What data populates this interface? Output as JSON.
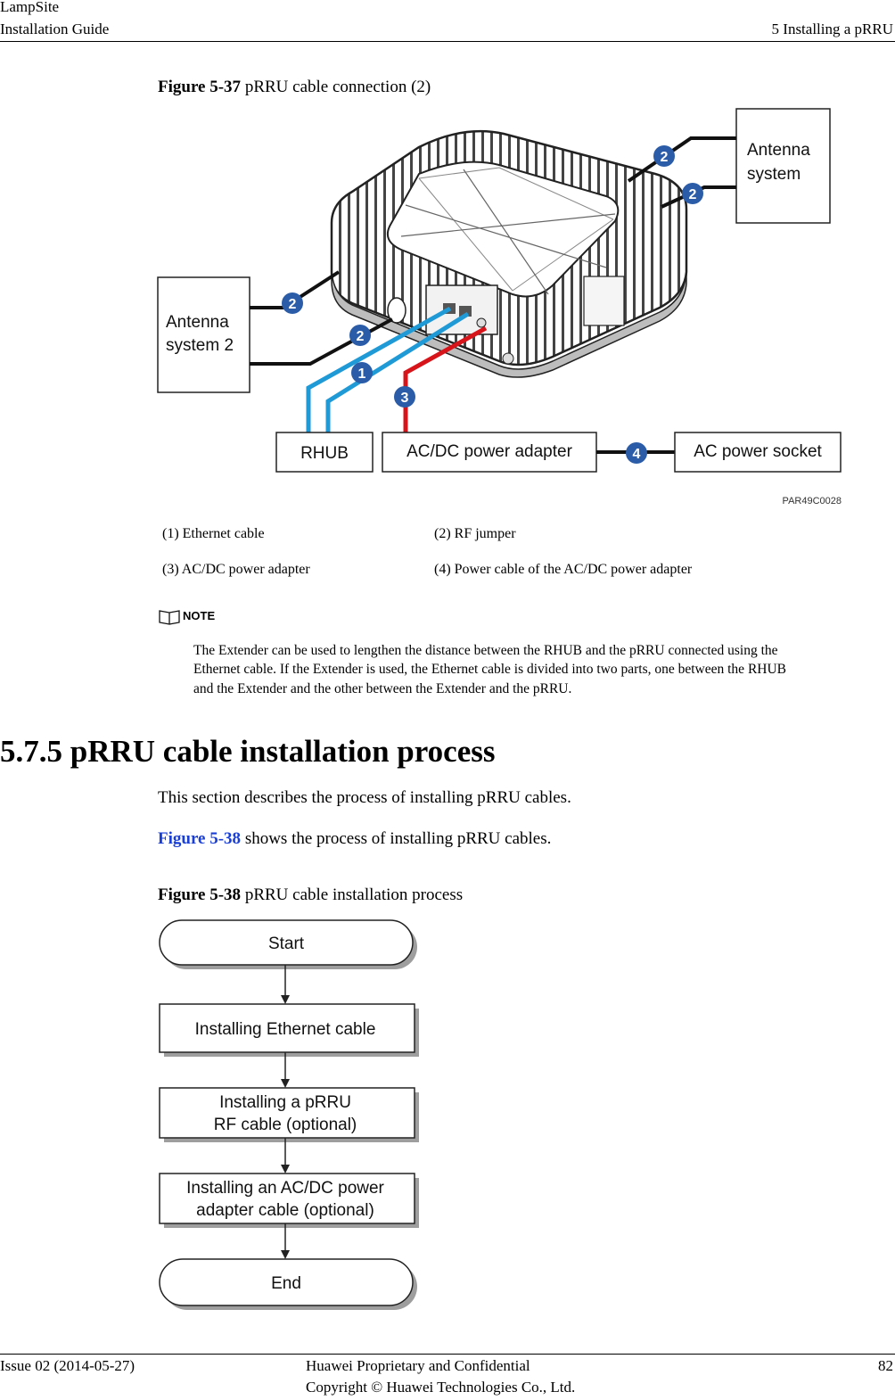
{
  "header": {
    "product": "LampSite",
    "doc_title": "Installation Guide",
    "chapter": "5 Installing a pRRU"
  },
  "figure37": {
    "caption_num": "Figure 5-37",
    "caption_text": " pRRU cable connection (2)",
    "labels": {
      "antenna_system": [
        "Antenna",
        "system"
      ],
      "antenna_system2": [
        "Antenna",
        "system 2"
      ],
      "rhub": "RHUB",
      "adapter": "AC/DC power adapter",
      "socket": "AC power socket",
      "code": "PAR49C0028"
    },
    "badges": [
      "1",
      "2",
      "3",
      "4"
    ],
    "colors": {
      "ethernet": "#1f9ad6",
      "power": "#d8141b",
      "rf": "#111111",
      "badge": "#2a5ca8"
    },
    "legend": [
      [
        "(1) Ethernet cable",
        "(2) RF jumper"
      ],
      [
        "(3) AC/DC power adapter",
        "(4) Power cable of the AC/DC power adapter"
      ]
    ]
  },
  "note": {
    "label": "NOTE",
    "lines": [
      "The Extender can be used to lengthen the distance between the RHUB and the pRRU connected using the",
      "Ethernet cable. If the Extender is used, the Ethernet cable is divided into two parts, one between the RHUB",
      "and the Extender and the other between the Extender and the pRRU."
    ]
  },
  "section": {
    "heading": "5.7.5 pRRU cable installation process",
    "para1": "This section describes the process of installing pRRU cables.",
    "para2_link": "Figure 5-38",
    "para2_rest": " shows the process of installing pRRU cables."
  },
  "figure38": {
    "caption_num": "Figure 5-38",
    "caption_text": " pRRU cable installation process",
    "steps": [
      [
        "Start"
      ],
      [
        "Installing Ethernet cable"
      ],
      [
        "Installing a pRRU",
        "RF cable (optional)"
      ],
      [
        "Installing an AC/DC power",
        "adapter cable (optional)"
      ],
      [
        "End"
      ]
    ]
  },
  "footer": {
    "issue": "Issue 02 (2014-05-27)",
    "company": "Huawei Proprietary and Confidential",
    "copyright": "Copyright © Huawei Technologies Co., Ltd.",
    "page": "82"
  }
}
